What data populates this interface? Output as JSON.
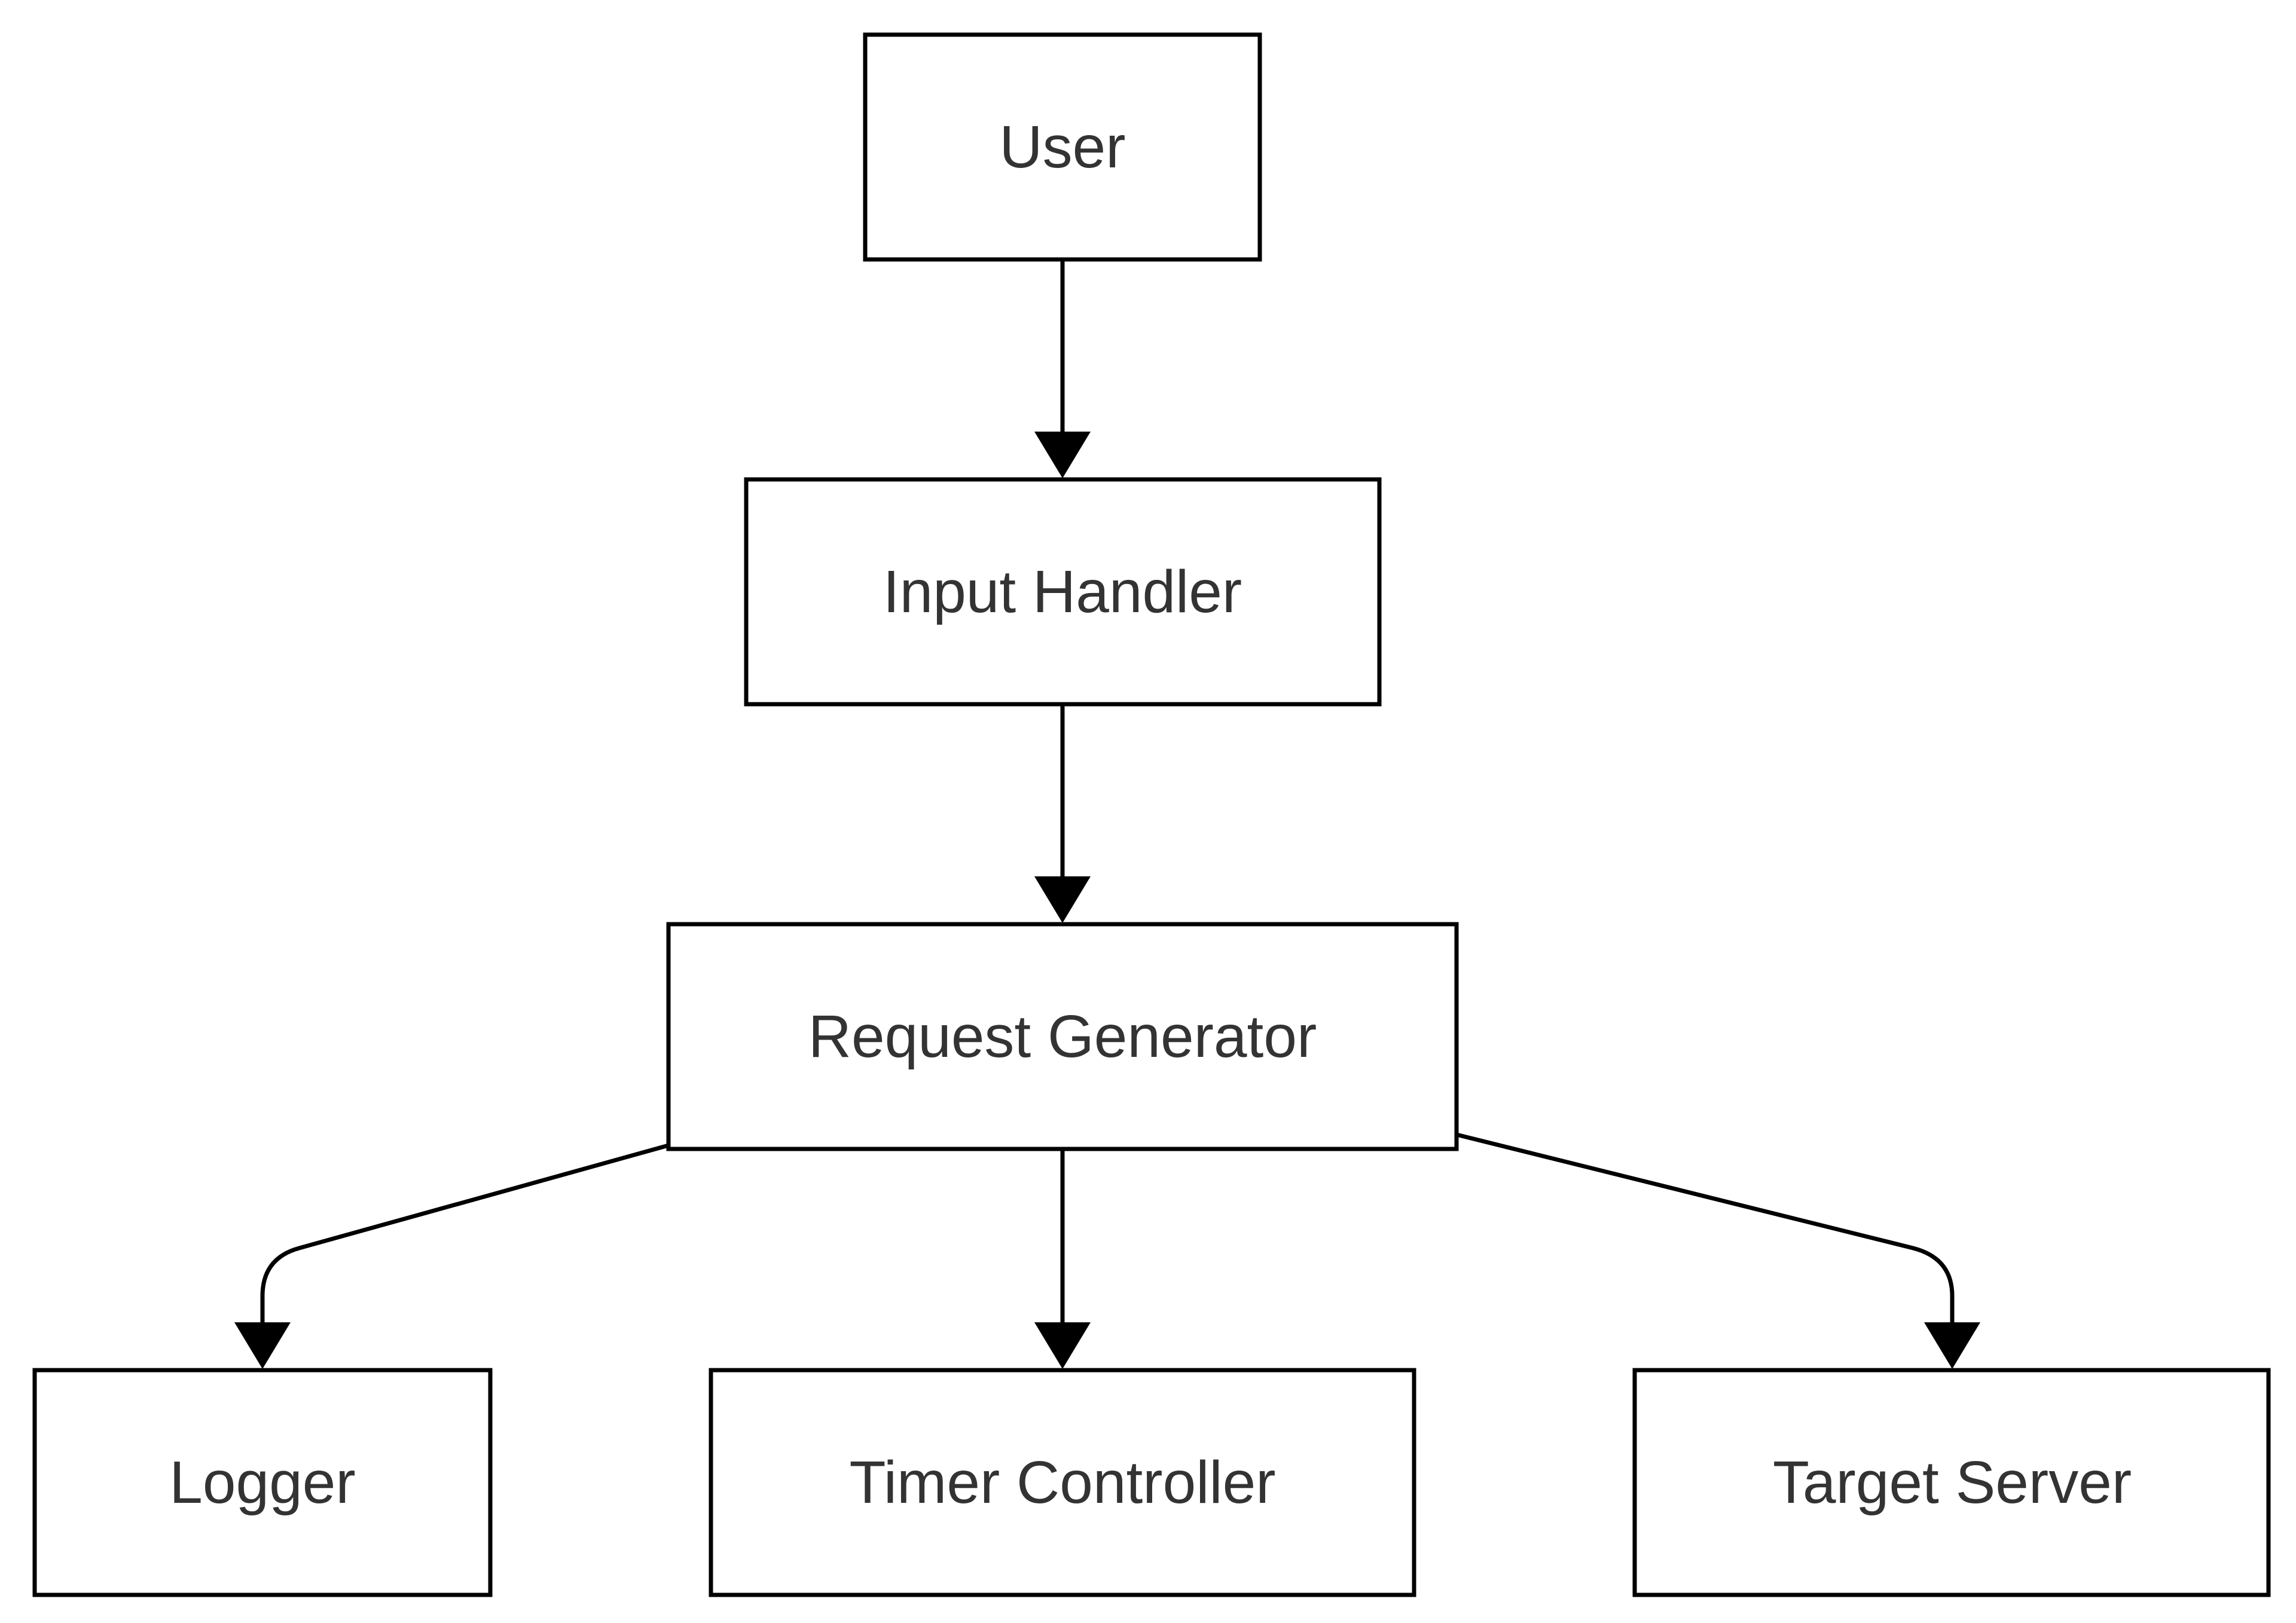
{
  "diagram": {
    "nodes": [
      {
        "id": "user",
        "label": "User"
      },
      {
        "id": "input-handler",
        "label": "Input Handler"
      },
      {
        "id": "request-generator",
        "label": "Request Generator"
      },
      {
        "id": "logger",
        "label": "Logger"
      },
      {
        "id": "timer-controller",
        "label": "Timer Controller"
      },
      {
        "id": "target-server",
        "label": "Target Server"
      }
    ],
    "edges": [
      {
        "from": "user",
        "to": "input-handler"
      },
      {
        "from": "input-handler",
        "to": "request-generator"
      },
      {
        "from": "request-generator",
        "to": "logger"
      },
      {
        "from": "request-generator",
        "to": "timer-controller"
      },
      {
        "from": "request-generator",
        "to": "target-server"
      }
    ],
    "colors": {
      "stroke": "#000000",
      "text": "#333333",
      "background": "#ffffff"
    }
  }
}
